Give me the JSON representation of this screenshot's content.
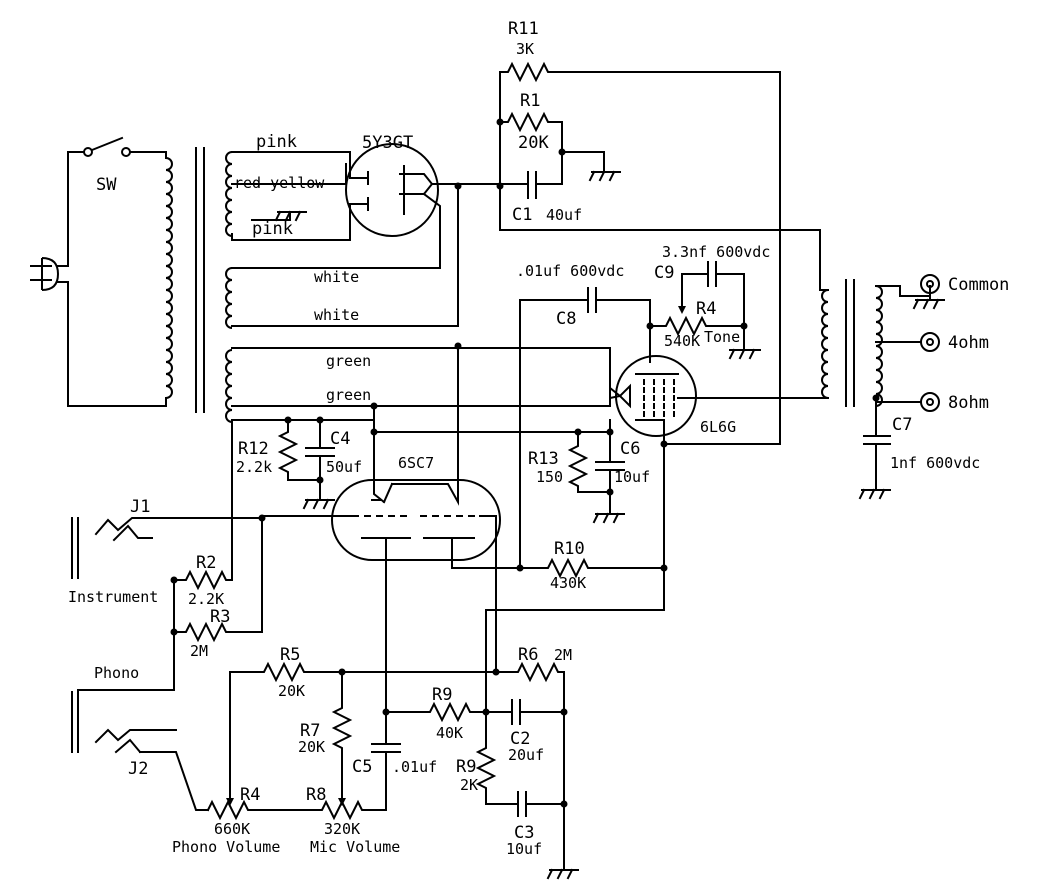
{
  "labels": {
    "sw": "SW",
    "pink_top": "pink",
    "red_yellow": "red-yellow",
    "pink_bottom": "pink",
    "white_top": "white",
    "white_bottom": "white",
    "green_top": "green",
    "green_bottom": "green",
    "rect_tube": "5Y3GT",
    "pre_tube": "6SC7",
    "power_tube": "6L6G",
    "r11_ref": "R11",
    "r11_val": "3K",
    "r1_ref": "R1",
    "r1_val": "20K",
    "c1_ref": "C1",
    "c1_val": "40uf",
    "c9_val": "3.3nf 600vdc",
    "c9_ref": "C9",
    "r4t_ref": "R4",
    "r4t_val": "540K",
    "tone": "Tone",
    "c8_val": ".01uf 600vdc",
    "c8_ref": "C8",
    "common": "Common",
    "ohm4": "4ohm",
    "ohm8": "8ohm",
    "c7_ref": "C7",
    "c7_val": "1nf 600vdc",
    "r12_ref": "R12",
    "r12_val": "2.2k",
    "c4_ref": "C4",
    "c4_val": "50uf",
    "r13_ref": "R13",
    "r13_val": "150",
    "c6_ref": "C6",
    "c6_val": "10uf",
    "j1": "J1",
    "instrument": "Instrument",
    "r2_ref": "R2",
    "r2_val": "2.2K",
    "r3_ref": "R3",
    "r3_val": "2M",
    "r10_ref": "R10",
    "r10_val": "430K",
    "phono": "Phono",
    "r5_ref": "R5",
    "r5_val": "20K",
    "r6_ref": "R6",
    "r6_val": "2M",
    "r7_ref": "R7",
    "r7_val": "20K",
    "r9a_ref": "R9",
    "r9a_val": "40K",
    "c2_ref": "C2",
    "c2_val": "20uf",
    "c5_ref": "C5",
    "c5_val": ".01uf",
    "r9b_ref": "R9",
    "r9b_val": "2K",
    "j2": "J2",
    "r4v_ref": "R4",
    "r4v_val": "660K",
    "phono_volume": "Phono Volume",
    "r8_ref": "R8",
    "r8_val": "320K",
    "mic_volume": "Mic Volume",
    "c3_ref": "C3",
    "c3_val": "10uf"
  }
}
